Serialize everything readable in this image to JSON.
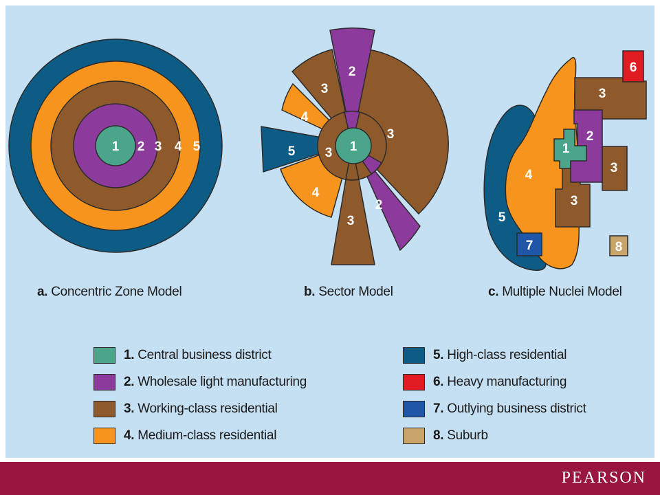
{
  "colors": {
    "cbd": "#4aa58a",
    "wholesale": "#8c3a9c",
    "working": "#8f5a2b",
    "medium": "#f7941d",
    "high": "#0d5c86",
    "heavy": "#e11b22",
    "outlying": "#1f56a8",
    "suburb": "#c8a46a",
    "background": "#c6e0f3",
    "footer": "#99163f"
  },
  "models": [
    {
      "letter": "a.",
      "title": "Concentric Zone Model"
    },
    {
      "letter": "b.",
      "title": "Sector Model"
    },
    {
      "letter": "c.",
      "title": "Multiple Nuclei Model"
    }
  ],
  "labels": {
    "concentric": [
      "1",
      "2",
      "3",
      "4",
      "5"
    ],
    "sector": {
      "cbd": "1",
      "wholesale_top": "2",
      "wholesale_bottom": "2",
      "working_upper_left": "3",
      "working_right": "3",
      "working_bottom": "3",
      "working_inner_left": "3",
      "medium_upper": "4",
      "medium_lower": "4",
      "high": "5"
    },
    "nuclei": {
      "cbd": "1",
      "wholesale": "2",
      "working_top": "3",
      "working_right": "3",
      "working_bottom": "3",
      "medium": "4",
      "high": "5",
      "heavy": "6",
      "outlying": "7",
      "suburb": "8"
    }
  },
  "legend": [
    {
      "num": "1.",
      "text": "Central business district",
      "color_key": "cbd"
    },
    {
      "num": "2.",
      "text": "Wholesale light manufacturing",
      "color_key": "wholesale"
    },
    {
      "num": "3.",
      "text": "Working-class residential",
      "color_key": "working"
    },
    {
      "num": "4.",
      "text": "Medium-class residential",
      "color_key": "medium"
    },
    {
      "num": "5.",
      "text": "High-class residential",
      "color_key": "high"
    },
    {
      "num": "6.",
      "text": "Heavy manufacturing",
      "color_key": "heavy"
    },
    {
      "num": "7.",
      "text": "Outlying business district",
      "color_key": "outlying"
    },
    {
      "num": "8.",
      "text": "Suburb",
      "color_key": "suburb"
    }
  ],
  "footer": {
    "brand": "PEARSON"
  }
}
